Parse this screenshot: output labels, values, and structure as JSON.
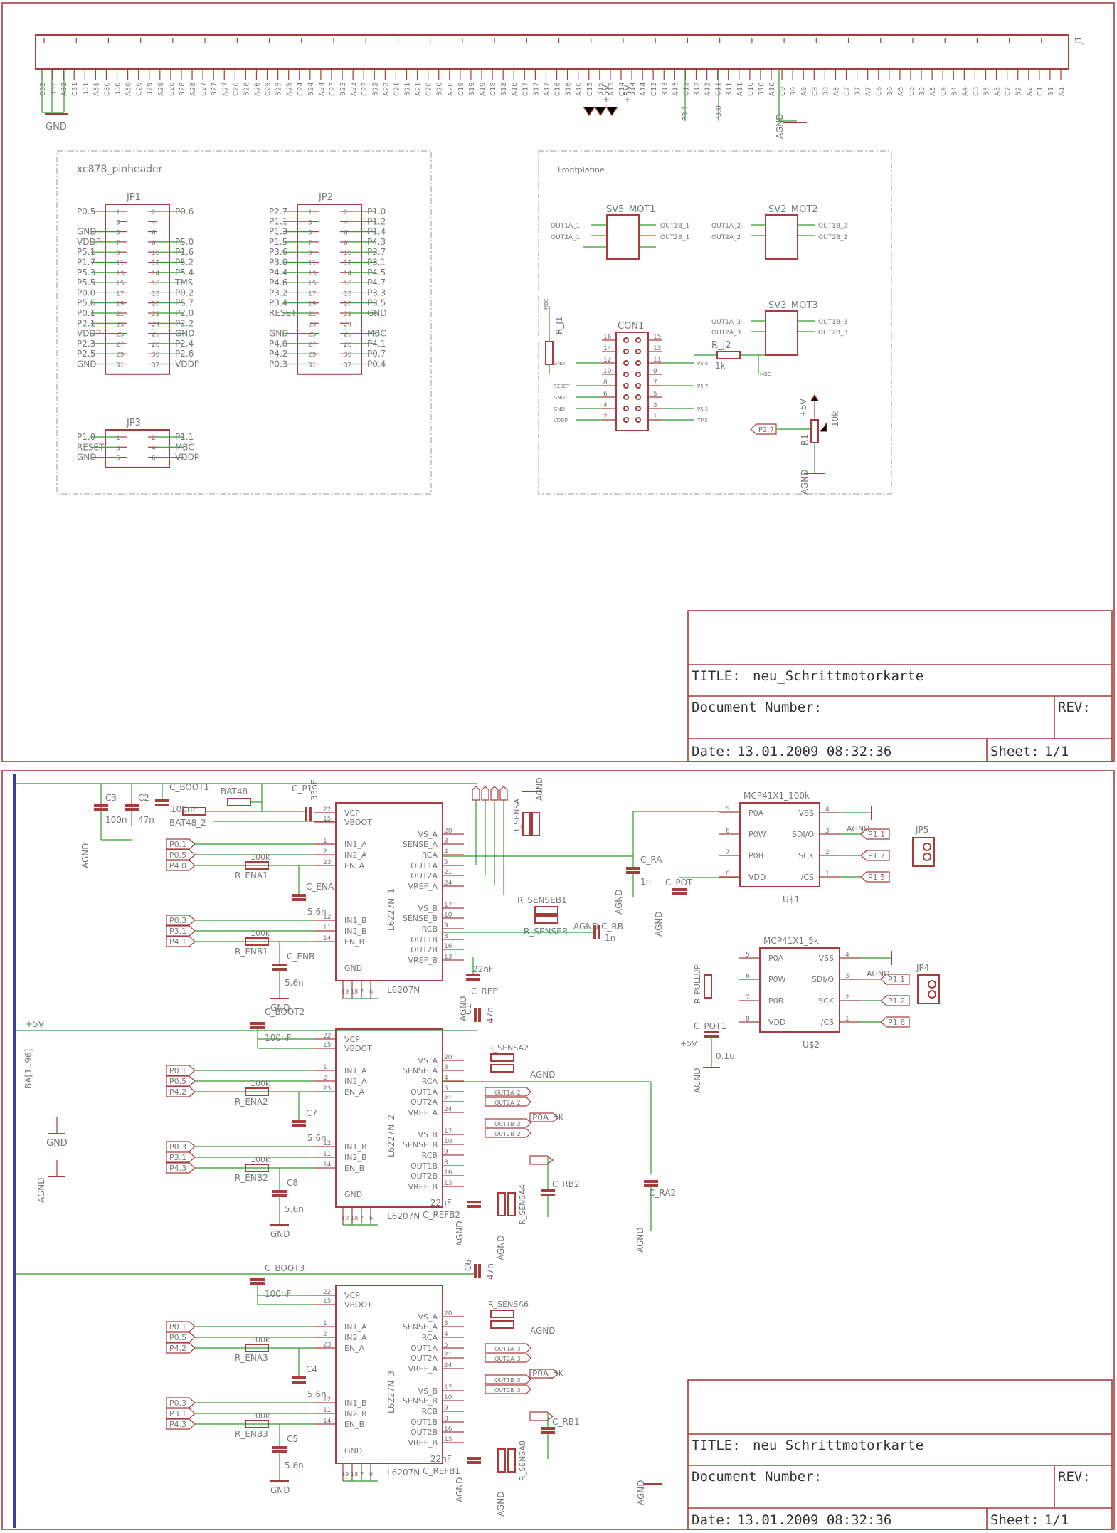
{
  "top_sheet": {
    "connector_ref": "J1",
    "connector_pins": [
      "C32",
      "B32",
      "A32",
      "C31",
      "B31",
      "A31",
      "C30",
      "B30",
      "A30",
      "C29",
      "B29",
      "A29",
      "C28",
      "B28",
      "A28",
      "C27",
      "B27",
      "A27",
      "C26",
      "B26",
      "A26",
      "C25",
      "B25",
      "A25",
      "C24",
      "B24",
      "A24",
      "C23",
      "B23",
      "A23",
      "C22",
      "B22",
      "A22",
      "C21",
      "B21",
      "A21",
      "C20",
      "B20",
      "A20",
      "C19",
      "B19",
      "A19",
      "C18",
      "B18",
      "A18",
      "C17",
      "B17",
      "A17",
      "C16",
      "B16",
      "A16",
      "C15",
      "B15",
      "A15",
      "C14",
      "B14",
      "A14",
      "C13",
      "B13",
      "A13",
      "C12",
      "B12",
      "A12",
      "C11",
      "B11",
      "A11",
      "C10",
      "B10",
      "A10",
      "C9",
      "B9",
      "A9",
      "C8",
      "B8",
      "A8",
      "C7",
      "B7",
      "A7",
      "C6",
      "B6",
      "A6",
      "C5",
      "B5",
      "A5",
      "C4",
      "B4",
      "A4",
      "C3",
      "B3",
      "A3",
      "C2",
      "B2",
      "A2",
      "C1",
      "B1",
      "A1"
    ],
    "connector_nets": [
      "GND",
      "+5V",
      "+5V",
      "P3.1",
      "P3.0",
      "AGND"
    ],
    "group_pinheader": "xc878_pinheader",
    "group_front": "Frontplatine",
    "jp1": {
      "ref": "JP1",
      "left": [
        "P0.5",
        "",
        "GND",
        "VDDP",
        "P5.1",
        "P1.7",
        "P5.3",
        "P5.5",
        "P0.0",
        "P5.6",
        "P0.1",
        "P2.1",
        "VDDP",
        "P2.3",
        "P2.5",
        "GND"
      ],
      "right": [
        "P0.6",
        "",
        "",
        "P5.0",
        "P1.6",
        "P5.2",
        "P5.4",
        "TMS",
        "P0.2",
        "P5.7",
        "P2.0",
        "P2.2",
        "GND",
        "P2.4",
        "P2.6",
        "VDDP"
      ]
    },
    "jp2": {
      "ref": "JP2",
      "left": [
        "P2.7",
        "P1.1",
        "P1.3",
        "P1.5",
        "P3.6",
        "P3.0",
        "P4.4",
        "P4.6",
        "P3.2",
        "P3.4",
        "RESET",
        "",
        "GND",
        "P4.0",
        "P4.2",
        "P0.3"
      ],
      "right": [
        "P1.0",
        "P1.2",
        "P1.4",
        "P4.3",
        "P3.7",
        "P3.1",
        "P4.5",
        "P4.7",
        "P3.3",
        "P3.5",
        "GND",
        "",
        "MBC",
        "P4.1",
        "P0.7",
        "P0.4"
      ]
    },
    "jp3": {
      "ref": "JP3",
      "left": [
        "P1.0",
        "RESET",
        "GND"
      ],
      "right": [
        "P1.1",
        "MBC",
        "VDDP"
      ]
    },
    "sv_mot1": "SV5_MOT1",
    "sv_mot2": "SV2_MOT2",
    "sv_mot3": "SV3_MOT3",
    "con1": "CON1",
    "con1_left": [
      "",
      "",
      "GND",
      "",
      "RESET",
      "GND",
      "GND",
      "VDDP"
    ],
    "con1_right": [
      "",
      "",
      "P5.6",
      "",
      "P5.7",
      "",
      "P5.5",
      "TMS"
    ],
    "r_j1": "R_J1",
    "r_j2": "R_J2",
    "r_j2_value": "1k",
    "mbc": "MBC",
    "r1_label": "R1",
    "r1_value": "10k",
    "p27": "P2.7",
    "agnd": "AGND",
    "plus5v": "+5V"
  },
  "bottom_sheet": {
    "bus_label": "BA[1..96]",
    "stages": [
      {
        "ic": "L6227N_1",
        "suffix": "L6207N",
        "c_boot": "C_BOOT1",
        "enA": "R_ENA1",
        "enB": "R_ENB1",
        "cA": "C_ENA",
        "cB": "C_ENB",
        "cAval": "5.6n",
        "cBval": "5.6n",
        "in_a": [
          "P0.1",
          "P0.5",
          "P4.0"
        ],
        "in_b": [
          "P0.3",
          "P3.1",
          "P4.1"
        ]
      },
      {
        "ic": "L6227N_2",
        "suffix": "L6207N",
        "c_boot": "C_BOOT2",
        "enA": "R_ENA2",
        "enB": "R_ENB2",
        "cA": "C7",
        "cB": "C8",
        "cAval": "5.6n",
        "cBval": "5.6n",
        "in_a": [
          "P0.1",
          "P0.5",
          "P4.2"
        ],
        "in_b": [
          "P0.3",
          "P3.1",
          "P4.3"
        ]
      },
      {
        "ic": "L6227N_3",
        "suffix": "L6207N",
        "c_boot": "C_BOOT3",
        "enA": "R_ENA3",
        "enB": "R_ENB3",
        "cA": "C4",
        "cB": "C5",
        "cAval": "5.6n",
        "cBval": "5.6n",
        "in_a": [
          "P0.1",
          "P0.5",
          "P4.2"
        ],
        "in_b": [
          "P0.3",
          "P3.1",
          "P4.3"
        ]
      }
    ],
    "ic_pins_left": [
      "VCP",
      "VBOOT",
      "IN1_A",
      "IN2_A",
      "EN_A",
      "IN1_B",
      "IN2_B",
      "EN_B",
      "GND"
    ],
    "ic_pins_right": [
      "VS_A",
      "SENSE_A",
      "RCA",
      "OUT1A",
      "OUT2A",
      "VREF_A",
      "VS_B",
      "SENSE_B",
      "RCB",
      "OUT1B",
      "OUT2B",
      "VREF_B"
    ],
    "mcp1": {
      "ref": "MCP41X1_100k",
      "name": "U$1",
      "left": [
        "P0A",
        "P0W",
        "P0B",
        "VDD"
      ],
      "right": [
        "VSS",
        "SDI/O",
        "SCK",
        "/CS"
      ],
      "nets": [
        "P1.1",
        "P1.2",
        "P1.5"
      ]
    },
    "mcp2": {
      "ref": "MCP41X1_5k",
      "name": "U$2",
      "left": [
        "P0A",
        "P0W",
        "P0B",
        "VDD"
      ],
      "right": [
        "VSS",
        "SDI/O",
        "SCK",
        "/CS"
      ],
      "nets": [
        "P1.1",
        "P1.2",
        "P1.6"
      ]
    },
    "jp5": "JP5",
    "jp4": "JP4",
    "c_ra": "C_RA",
    "c_ra_val": "1n",
    "c_rb": "C_RB",
    "c_rb_val": "1n",
    "c_ref": "C_REF",
    "c_ref_val": "22nF",
    "c_pot": "C_POT",
    "c_pot1": "C_POT1",
    "c_pot1_val": "0.1u",
    "r_pullup": "R_PULLUP",
    "r_senseb1": "R_SENSEB1",
    "r_senseb": "R_SENSEB",
    "r_sensea": "R_SENSA",
    "c3": "C3",
    "c3_val": "100n",
    "c2": "C2",
    "c2_val": "47n",
    "bat48": "BAT48",
    "bat48_2": "BAT48_2",
    "c_p1": "C_P1",
    "c_p1_val": "33nF",
    "c_boot_val": "100nF",
    "c1": "C1",
    "c1_val": "47n",
    "c6": "C6",
    "c6_val": "47n",
    "c_ra2": "C_RA2",
    "c_rb2": "C_RB2",
    "c_rb1": "C_RB1",
    "c_refb2": "C_REFB2",
    "c_refb1": "C_REFB1",
    "refb_val": "22nF",
    "p0a_5k": "P0A_5K",
    "r_sensa2": "R_SENSA2",
    "r_sensa4": "R_SENSA4",
    "r_sensa6": "R_SENSA6",
    "r_sensa8": "R_SENSA8",
    "res_100k": "100k",
    "gnd": "GND",
    "agnd": "AGND",
    "plus5v": "+5V"
  },
  "title_block": {
    "title_label": "TITLE:",
    "title": "neu_Schrittmotorkarte",
    "doc_label": "Document Number:",
    "rev_label": "REV:",
    "date_label": "Date:",
    "date": "13.01.2009 08:32:36",
    "sheet_label": "Sheet:",
    "sheet": "1/1"
  }
}
